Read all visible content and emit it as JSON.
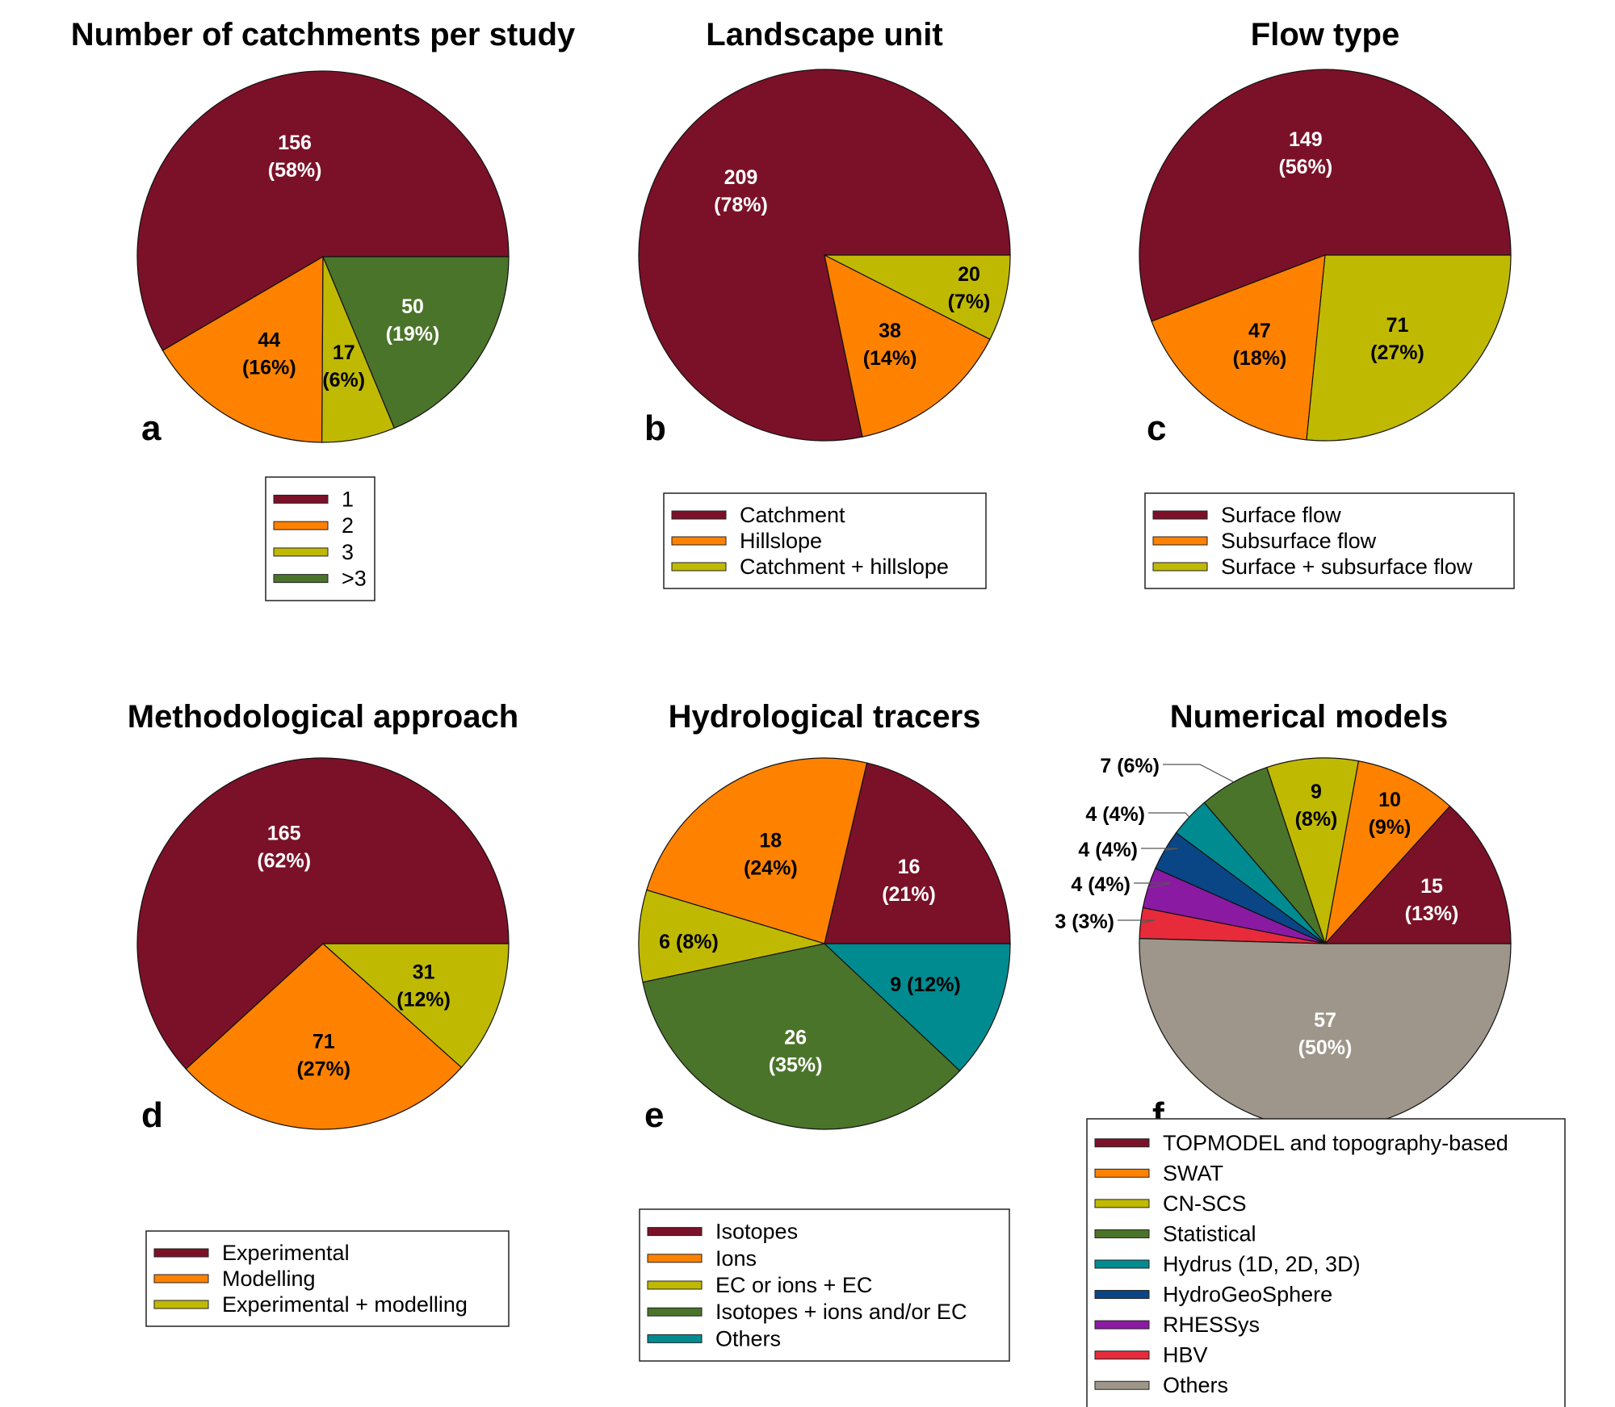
{
  "chart_data": [
    {
      "panel": "a",
      "type": "pie",
      "title": "Number of catchments per study",
      "labels": [
        "1",
        "2",
        "3",
        ">3"
      ],
      "values": [
        156,
        44,
        17,
        50
      ],
      "percent_labels": [
        "(58%)",
        "(16%)",
        "(6%)",
        "(19%)"
      ],
      "colors": [
        "#7b1128",
        "#fe8200",
        "#c0b902",
        "#4a742a"
      ],
      "label_colors": [
        "#ffffff",
        "#000000",
        "#000000",
        "#ffffff"
      ]
    },
    {
      "panel": "b",
      "type": "pie",
      "title": "Landscape unit",
      "labels": [
        "Catchment",
        "Hillslope",
        "Catchment + hillslope"
      ],
      "values": [
        209,
        38,
        20
      ],
      "percent_labels": [
        "(78%)",
        "(14%)",
        "(7%)"
      ],
      "colors": [
        "#7b1128",
        "#fe8200",
        "#c0b902"
      ],
      "label_colors": [
        "#ffffff",
        "#000000",
        "#000000"
      ]
    },
    {
      "panel": "c",
      "type": "pie",
      "title": "Flow type",
      "labels": [
        "Surface flow",
        "Subsurface flow",
        "Surface + subsurface flow"
      ],
      "values": [
        149,
        47,
        71
      ],
      "percent_labels": [
        "(56%)",
        "(18%)",
        "(27%)"
      ],
      "colors": [
        "#7b1128",
        "#fe8200",
        "#c0b902"
      ],
      "label_colors": [
        "#ffffff",
        "#000000",
        "#000000"
      ]
    },
    {
      "panel": "d",
      "type": "pie",
      "title": "Methodological approach",
      "labels": [
        "Experimental",
        "Modelling",
        "Experimental + modelling"
      ],
      "values": [
        165,
        71,
        31
      ],
      "percent_labels": [
        "(62%)",
        "(27%)",
        "(12%)"
      ],
      "colors": [
        "#7b1128",
        "#fe8200",
        "#c0b902"
      ],
      "label_colors": [
        "#ffffff",
        "#000000",
        "#000000"
      ]
    },
    {
      "panel": "e",
      "type": "pie",
      "title": "Hydrological tracers",
      "labels": [
        "Isotopes",
        "Ions",
        "EC or ions + EC",
        "Isotopes + ions and/or EC",
        "Others"
      ],
      "values": [
        16,
        18,
        6,
        26,
        9
      ],
      "percent_labels": [
        "(21%)",
        "(24%)",
        "(8%)",
        "(35%)",
        "(12%)"
      ],
      "colors": [
        "#7b1128",
        "#fe8200",
        "#c0b902",
        "#4a742a",
        "#008b91"
      ],
      "label_colors": [
        "#ffffff",
        "#000000",
        "#000000",
        "#ffffff",
        "#000000"
      ]
    },
    {
      "panel": "f",
      "type": "pie",
      "title": "Numerical models",
      "labels": [
        "TOPMODEL and topography-based",
        "SWAT",
        "CN-SCS",
        "Statistical",
        "Hydrus (1D, 2D, 3D)",
        "HydroGeoSphere",
        "RHESSys",
        "HBV",
        "Others"
      ],
      "values": [
        15,
        10,
        9,
        7,
        4,
        4,
        4,
        3,
        57
      ],
      "percent_labels": [
        "(13%)",
        "(9%)",
        "(8%)",
        "(6%)",
        "(4%)",
        "(4%)",
        "(4%)",
        "(3%)",
        "(50%)"
      ],
      "colors": [
        "#7b1128",
        "#fe8200",
        "#c0b902",
        "#4a742a",
        "#008b91",
        "#0a4585",
        "#8b1aa3",
        "#e72b3b",
        "#9e968a"
      ],
      "label_colors": [
        "#ffffff",
        "#000000",
        "#000000",
        "#000000",
        "#000000",
        "#000000",
        "#000000",
        "#000000",
        "#ffffff"
      ]
    }
  ]
}
